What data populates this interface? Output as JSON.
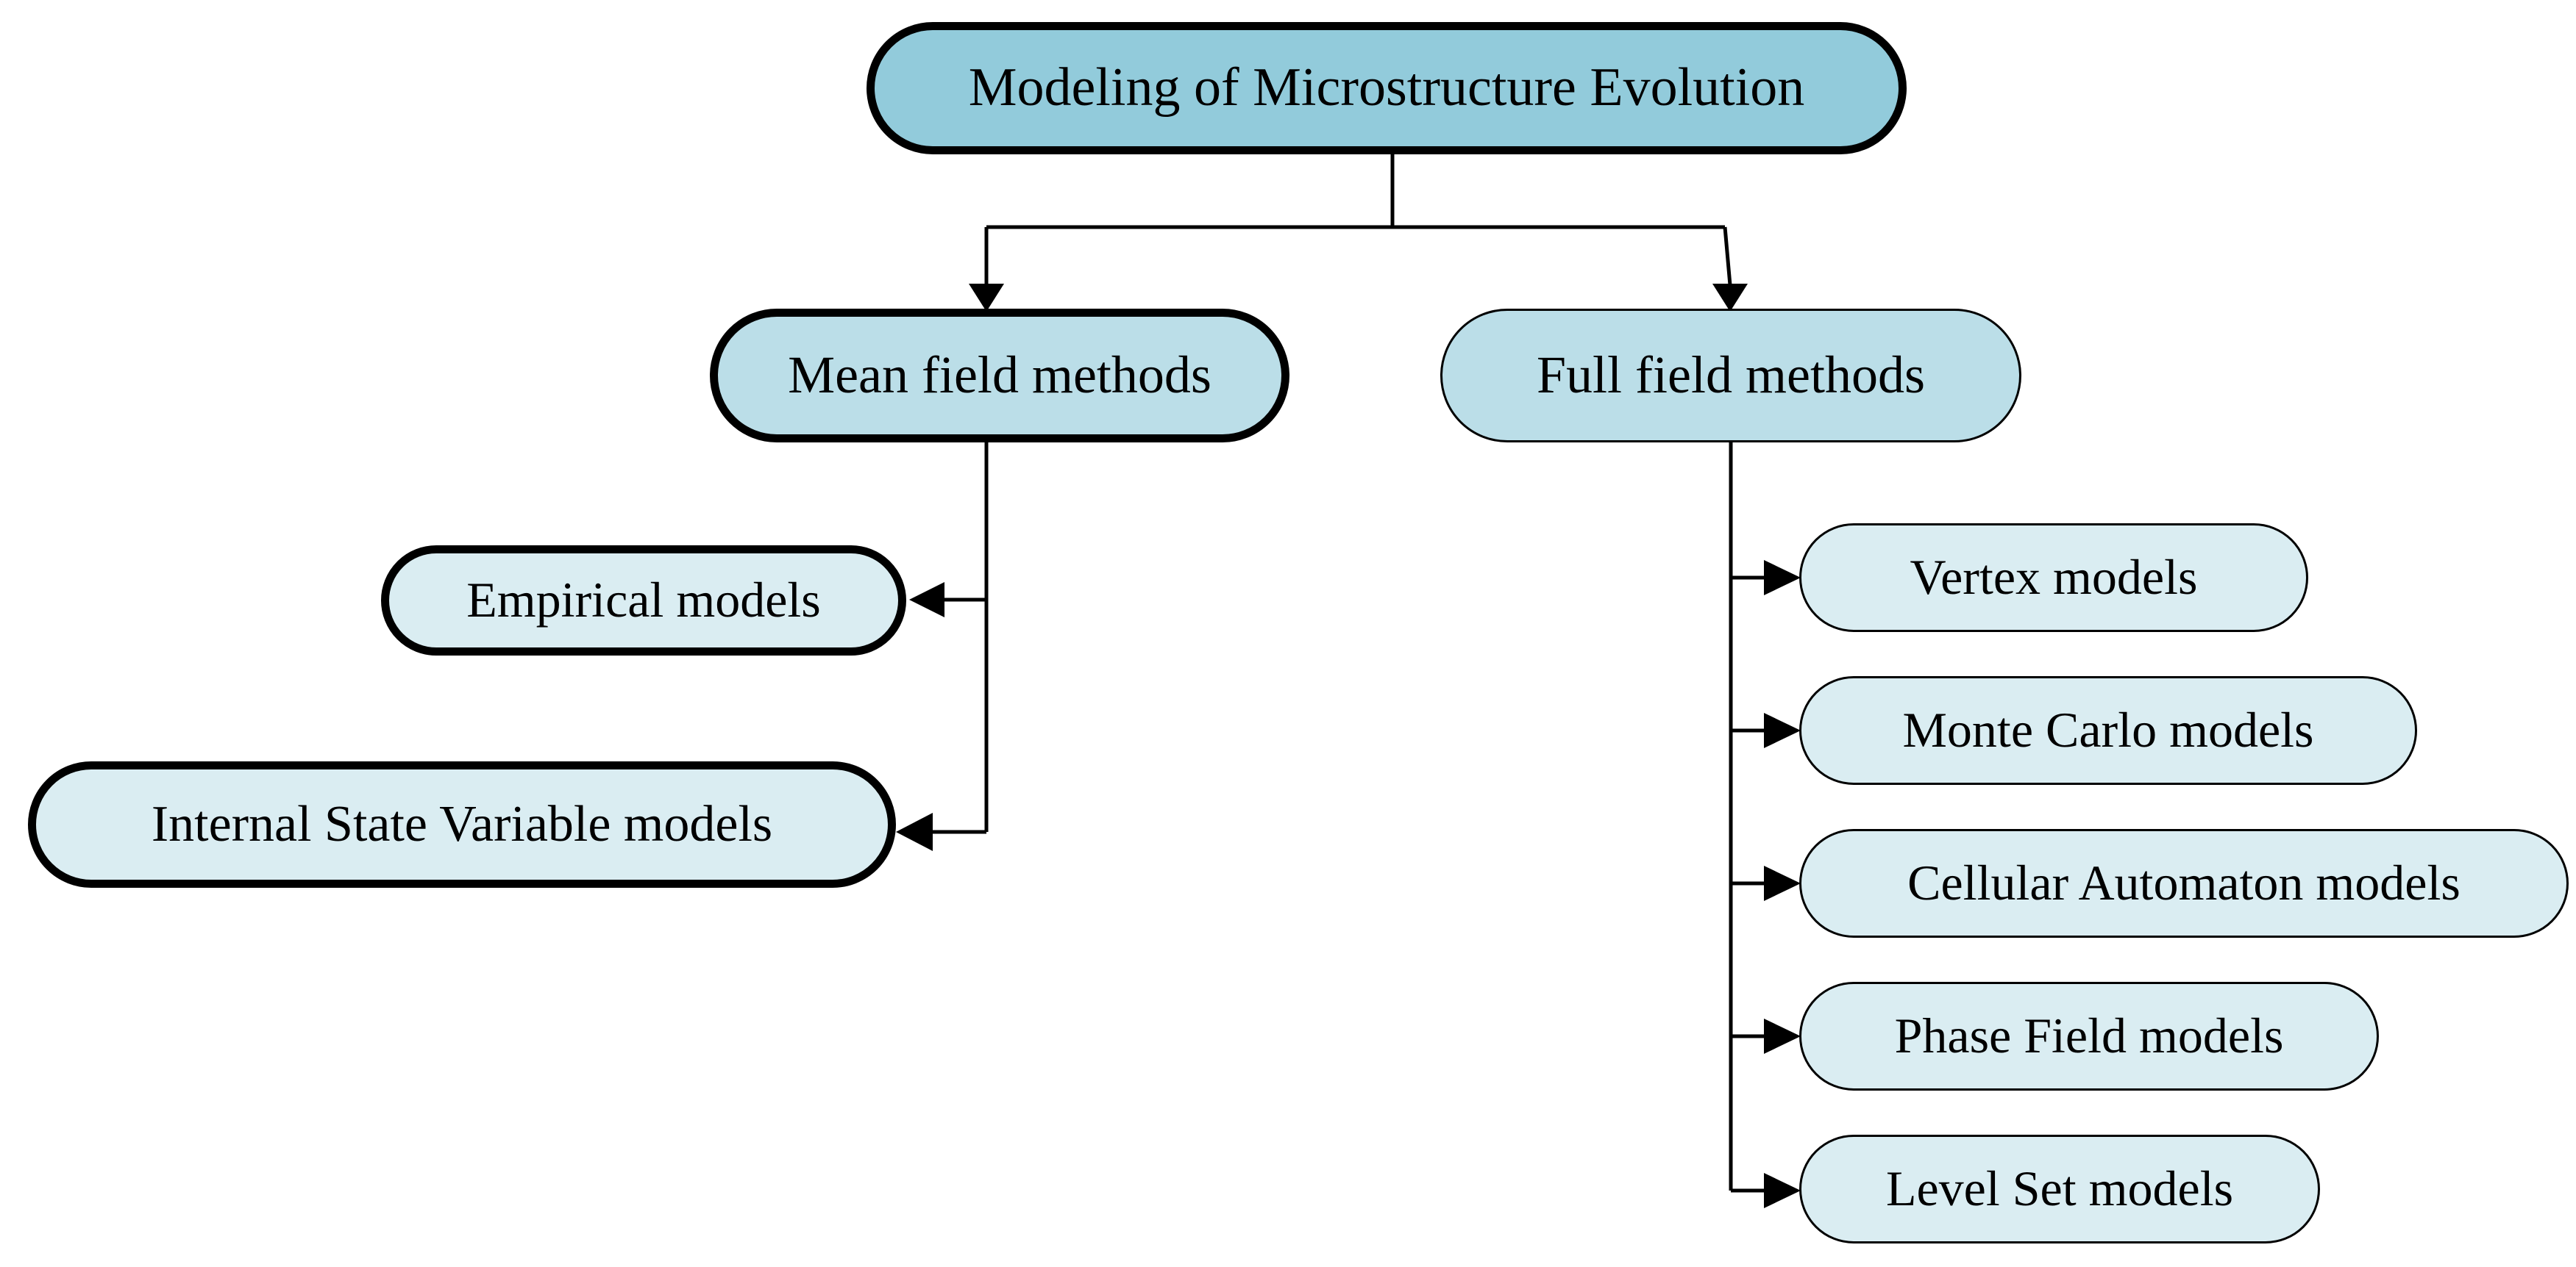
{
  "diagram": {
    "type": "tree",
    "title": "Modeling of Microstructure Evolution",
    "root": {
      "id": "root",
      "label": "Modeling of Microstructure Evolution",
      "fill": "#92cbdb",
      "border": "thick"
    },
    "branches": [
      {
        "id": "mean-field",
        "label": "Mean field methods",
        "fill": "#bbdee8",
        "border": "thick",
        "children": [
          {
            "id": "empirical",
            "label": "Empirical models",
            "fill": "#daedf2",
            "border": "thick"
          },
          {
            "id": "isv",
            "label": "Internal State Variable models",
            "fill": "#daedf2",
            "border": "thick"
          }
        ]
      },
      {
        "id": "full-field",
        "label": "Full field methods",
        "fill": "#bbdee8",
        "border": "thin",
        "children": [
          {
            "id": "vertex",
            "label": "Vertex models",
            "fill": "#daedf2",
            "border": "thin"
          },
          {
            "id": "monte-carlo",
            "label": "Monte Carlo models",
            "fill": "#daedf2",
            "border": "thin"
          },
          {
            "id": "cellular-automaton",
            "label": "Cellular Automaton models",
            "fill": "#daedf2",
            "border": "thin"
          },
          {
            "id": "phase-field",
            "label": "Phase Field models",
            "fill": "#daedf2",
            "border": "thin"
          },
          {
            "id": "level-set",
            "label": "Level Set models",
            "fill": "#daedf2",
            "border": "thin"
          }
        ]
      }
    ],
    "colors": {
      "root_fill": "#92cbdb",
      "level2_fill": "#bbdee8",
      "leaf_fill": "#daedf2",
      "stroke": "#000000",
      "background": "#ffffff"
    }
  }
}
